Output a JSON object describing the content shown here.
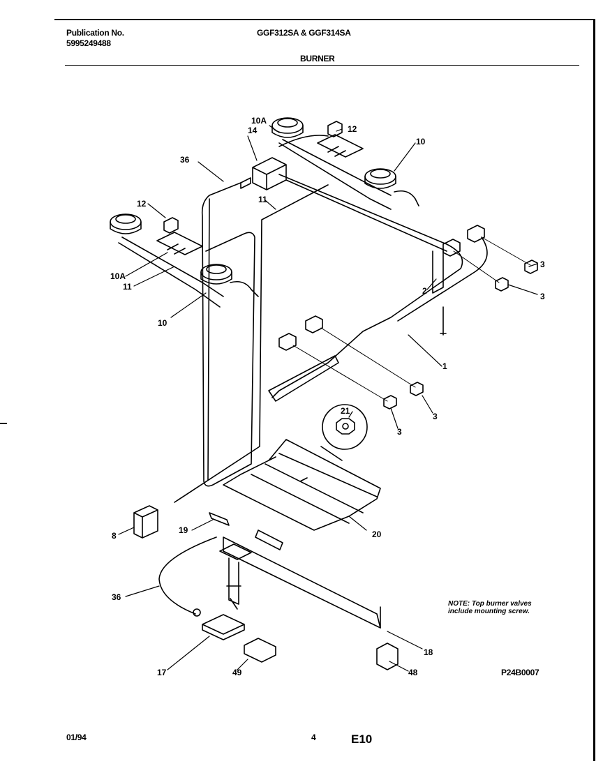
{
  "header": {
    "publication_label": "Publication No.",
    "publication_number": "5995249488",
    "models": "GGF312SA & GGF314SA",
    "section": "BURNER"
  },
  "callouts": [
    {
      "id": "c-10A-top",
      "text": "10A"
    },
    {
      "id": "c-12-top",
      "text": "12"
    },
    {
      "id": "c-10-top",
      "text": "10"
    },
    {
      "id": "c-14",
      "text": "14"
    },
    {
      "id": "c-36-top",
      "text": "36"
    },
    {
      "id": "c-11-top",
      "text": "11"
    },
    {
      "id": "c-12-left",
      "text": "12"
    },
    {
      "id": "c-10A-left",
      "text": "10A"
    },
    {
      "id": "c-11-left",
      "text": "11"
    },
    {
      "id": "c-10-left",
      "text": "10"
    },
    {
      "id": "c-3-a",
      "text": "3"
    },
    {
      "id": "c-3-b",
      "text": "3"
    },
    {
      "id": "c-2",
      "text": "2"
    },
    {
      "id": "c-1",
      "text": "1"
    },
    {
      "id": "c-21",
      "text": "21"
    },
    {
      "id": "c-3-c",
      "text": "3"
    },
    {
      "id": "c-3-d",
      "text": "3"
    },
    {
      "id": "c-8",
      "text": "8"
    },
    {
      "id": "c-19",
      "text": "19"
    },
    {
      "id": "c-20",
      "text": "20"
    },
    {
      "id": "c-36-bottom",
      "text": "36"
    },
    {
      "id": "c-18",
      "text": "18"
    },
    {
      "id": "c-17",
      "text": "17"
    },
    {
      "id": "c-49",
      "text": "49"
    },
    {
      "id": "c-48",
      "text": "48"
    }
  ],
  "note": {
    "line1": "NOTE: Top burner valves",
    "line2": "include mounting screw."
  },
  "figure_code": "P24B0007",
  "footer": {
    "date": "01/94",
    "page": "4",
    "section_code": "E10"
  }
}
